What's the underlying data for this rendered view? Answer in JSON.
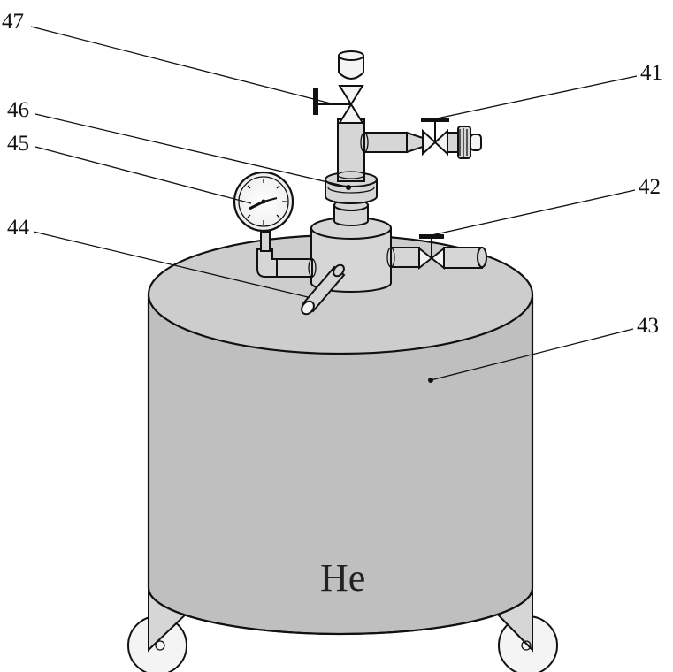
{
  "labels": {
    "l41": "41",
    "l42": "42",
    "l43": "43",
    "l44": "44",
    "l45": "45",
    "l46": "46",
    "l47": "47"
  },
  "tank_text": "He"
}
